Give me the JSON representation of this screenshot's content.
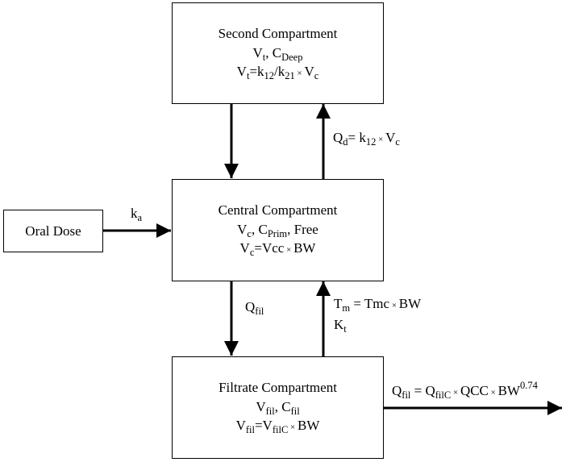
{
  "second": {
    "title": "Second Compartment",
    "vars": [
      {
        "b": "V",
        "s": "t"
      },
      {
        "t": ", "
      },
      {
        "b": "C",
        "s": "Deep"
      }
    ],
    "eq": [
      {
        "b": "V",
        "s": "t"
      },
      {
        "t": "=k"
      },
      {
        "s": "12"
      },
      {
        "t": "/k"
      },
      {
        "s": "21"
      },
      {
        "x": " × "
      },
      {
        "b": "V",
        "s": "c"
      }
    ]
  },
  "central": {
    "title": "Central Compartment",
    "vars": [
      {
        "b": "V",
        "s": "c"
      },
      {
        "t": ", "
      },
      {
        "b": "C",
        "s": "Prim"
      },
      {
        "t": ", Free"
      }
    ],
    "eq": [
      {
        "b": "V",
        "s": "c"
      },
      {
        "t": "=Vcc"
      },
      {
        "x": " × "
      },
      {
        "t": "BW"
      }
    ]
  },
  "filtrate": {
    "title": "Filtrate Compartment",
    "vars": [
      {
        "b": "V",
        "s": "fil"
      },
      {
        "t": ", "
      },
      {
        "b": "C",
        "s": "fil"
      }
    ],
    "eq": [
      {
        "b": "V",
        "s": "fil"
      },
      {
        "t": "=V"
      },
      {
        "s": "filC"
      },
      {
        "x": " × "
      },
      {
        "t": "BW"
      }
    ]
  },
  "oral": {
    "title": "Oral Dose"
  },
  "labels": {
    "ka": [
      {
        "b": "k",
        "s": "a"
      }
    ],
    "qd": [
      {
        "b": "Q",
        "s": "d"
      },
      {
        "t": "= k"
      },
      {
        "s": "12"
      },
      {
        "x": " × "
      },
      {
        "t": "V"
      },
      {
        "s": "c"
      }
    ],
    "qfil": [
      {
        "b": "Q",
        "s": "fil"
      }
    ],
    "tm": [
      {
        "b": "T",
        "s": "m"
      },
      {
        "t": " = Tmc"
      },
      {
        "x": " × "
      },
      {
        "t": "BW"
      }
    ],
    "kt": [
      {
        "b": "K",
        "s": "t"
      }
    ],
    "qfil_out": [
      {
        "b": "Q",
        "s": "fil"
      },
      {
        "t": " = Q"
      },
      {
        "s": "filC"
      },
      {
        "x": " × "
      },
      {
        "t": "QCC"
      },
      {
        "x": " × "
      },
      {
        "t": "BW"
      },
      {
        "p": "0.74"
      }
    ]
  }
}
